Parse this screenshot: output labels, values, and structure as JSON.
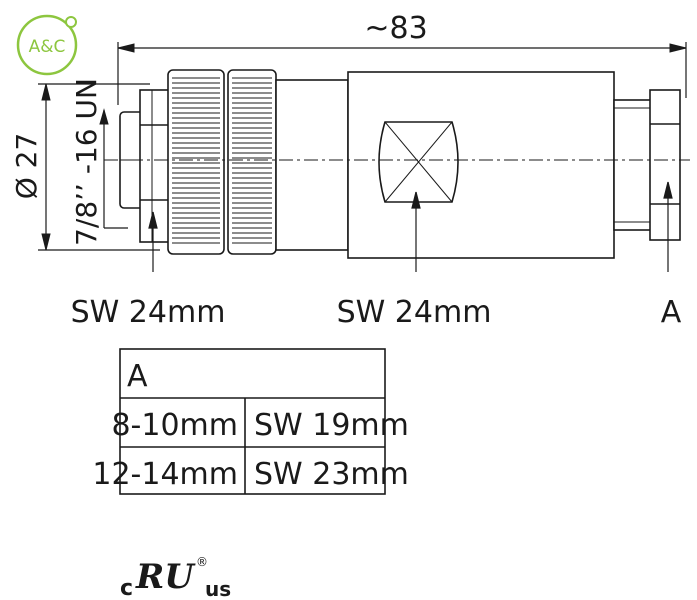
{
  "logo": {
    "text": "A&C",
    "color": "#8dc63f"
  },
  "dimensions": {
    "length": "~83",
    "diameter": "Ø 27",
    "thread": "7/8’’ -16 UN"
  },
  "callouts": {
    "coupling_nut": "SW 24mm",
    "body": "SW 24mm",
    "cable_gland": "A"
  },
  "table": {
    "header": "A",
    "rows": [
      {
        "cable": "8-10mm",
        "wrench": "SW 19mm"
      },
      {
        "cable": "12-14mm",
        "wrench": "SW 23mm"
      }
    ]
  },
  "certification": {
    "prefix": "c",
    "mark": "RU",
    "suffix": "us",
    "registered": "®"
  }
}
